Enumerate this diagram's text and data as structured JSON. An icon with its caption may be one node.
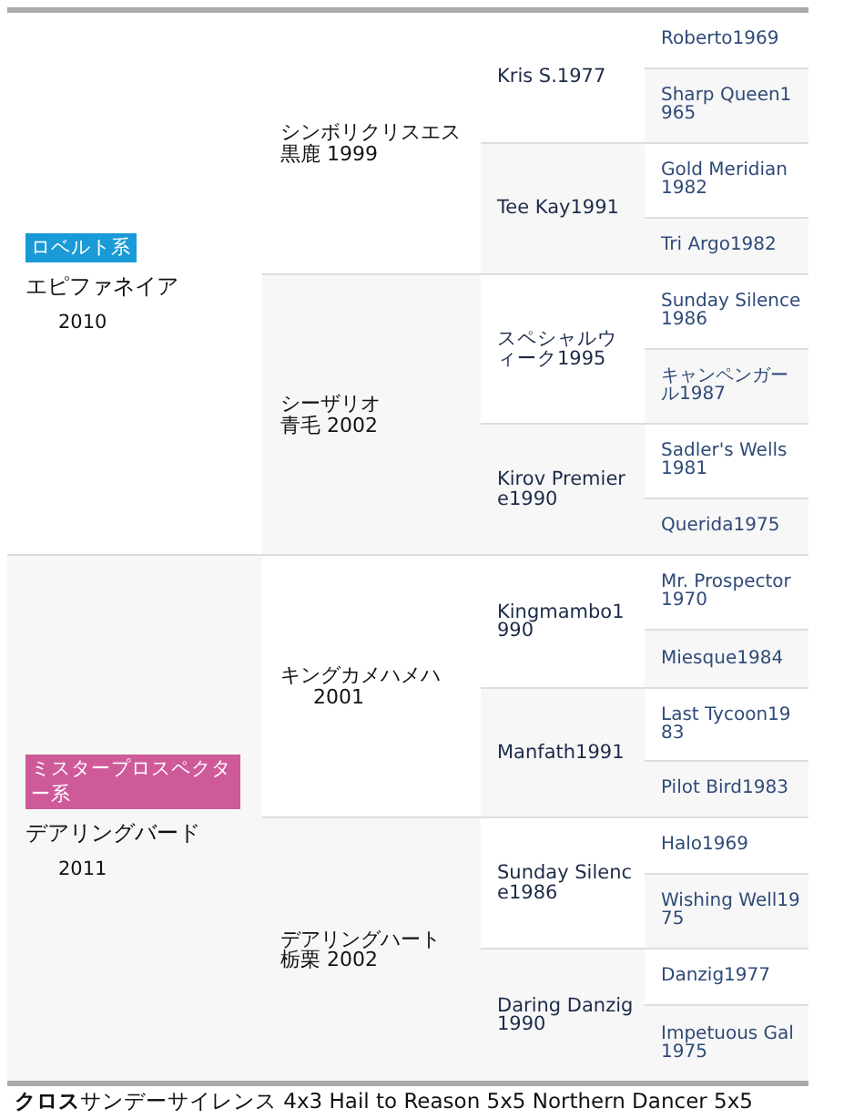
{
  "diagram": {
    "nodes": [
      {
        "text": [
          "エピファネイア",
          "2010"
        ]
      },
      {
        "text": [
          "ロベルト系"
        ],
        "in": 0
      },
      {
        "text": [
          "シンボリクリスエス",
          "黒鹿 1999"
        ]
      },
      {
        "text": [
          "Kris S.1977"
        ]
      },
      {
        "text": [
          "Roberto1969"
        ]
      },
      {
        "text": [
          "Sharp Queen1965"
        ]
      },
      {
        "text": [
          "Tee Kay1991"
        ]
      },
      {
        "text": [
          "Gold Meridian 1982"
        ]
      },
      {
        "text": [
          "Tri Argo1982"
        ]
      },
      {
        "text": [
          "シーザリオ",
          "青毛 2002"
        ]
      },
      {
        "text": [
          "スペシャルウィーク1995"
        ]
      },
      {
        "text": [
          "Sunday Silence1986"
        ]
      },
      {
        "text": [
          "キャンペンガール1987"
        ]
      },
      {
        "text": [
          "Kirov Premiere1990"
        ]
      },
      {
        "text": [
          "Sadler's Wells 1981"
        ]
      },
      {
        "text": [
          "Querida1975"
        ]
      },
      {
        "text": [
          "デアリングバード",
          "2011"
        ]
      },
      {
        "text": [
          "ミスタープロスペクター系"
        ],
        "in": 16
      },
      {
        "text": [
          "キングカメハメハ",
          "2001"
        ]
      },
      {
        "text": [
          "Kingmambo1990"
        ]
      },
      {
        "text": [
          "Mr. Prospector 1970"
        ]
      },
      {
        "text": [
          "Miesque1984"
        ]
      },
      {
        "text": [
          "Manfath1991"
        ]
      },
      {
        "text": [
          "Last Tycoon1983"
        ]
      },
      {
        "text": [
          "Pilot Bird1983"
        ]
      },
      {
        "text": [
          "デアリングハート",
          "栃栗 2002"
        ]
      },
      {
        "text": [
          "Sunday Silence1986"
        ]
      },
      {
        "text": [
          "Halo1969"
        ]
      },
      {
        "text": [
          "Wishing Well1975"
        ]
      },
      {
        "text": [
          "Daring Danzig1990"
        ]
      },
      {
        "text": [
          "Danzig1977"
        ]
      },
      {
        "text": [
          "Impetuous Gal1975"
        ]
      }
    ],
    "labels": [
      "**クロス**サンデーサイレンス 4x3 Hail to Reason 5x5 Northern Dancer 5x5"
    ]
  }
}
